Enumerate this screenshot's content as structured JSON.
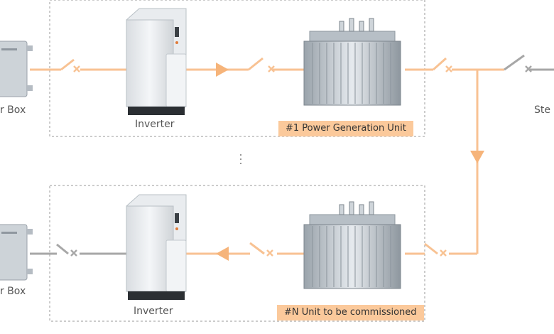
{
  "labels": {
    "combiner_top": "r Box",
    "combiner_bottom": "r Box",
    "inverter_top": "Inverter",
    "inverter_bottom": "Inverter",
    "step_up": "Ste"
  },
  "tags": {
    "unit_1": "#1 Power Generation Unit",
    "unit_n": "#N Unit to be commissioned"
  },
  "colors": {
    "energized_line": "#f8c293",
    "idle_line": "#a7a7a7",
    "flow_arrow": "#f6b47a",
    "tag_bg": "#fbc99b",
    "frame": "#9a9a9a"
  },
  "icons": [
    "combiner-box-icon",
    "inverter-cabinet-icon",
    "transformer-icon",
    "switch-icon",
    "flow-arrow-icon"
  ]
}
